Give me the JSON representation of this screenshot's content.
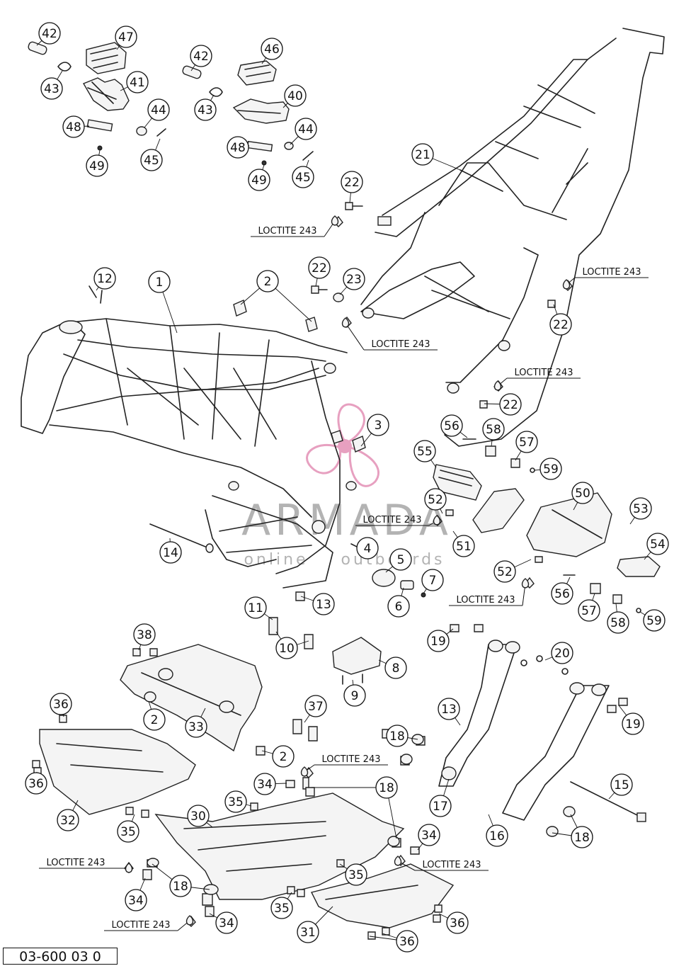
{
  "diagram_code": "03-600 03 0",
  "watermark": {
    "brand": "ARMADA",
    "tagline": "outboards",
    "tagline_prefix": "online",
    "logo_color": "#e7a0c0"
  },
  "note_text": "LOCTITE 243",
  "callouts": [
    "1",
    "2",
    "3",
    "4",
    "5",
    "6",
    "7",
    "8",
    "9",
    "10",
    "11",
    "12",
    "13",
    "14",
    "15",
    "16",
    "17",
    "18",
    "19",
    "20",
    "21",
    "22",
    "23",
    "30",
    "31",
    "32",
    "33",
    "34",
    "35",
    "36",
    "37",
    "38",
    "40",
    "41",
    "42",
    "43",
    "44",
    "45",
    "46",
    "47",
    "48",
    "49",
    "50",
    "51",
    "52",
    "53",
    "54",
    "55",
    "56",
    "57",
    "58",
    "59"
  ]
}
